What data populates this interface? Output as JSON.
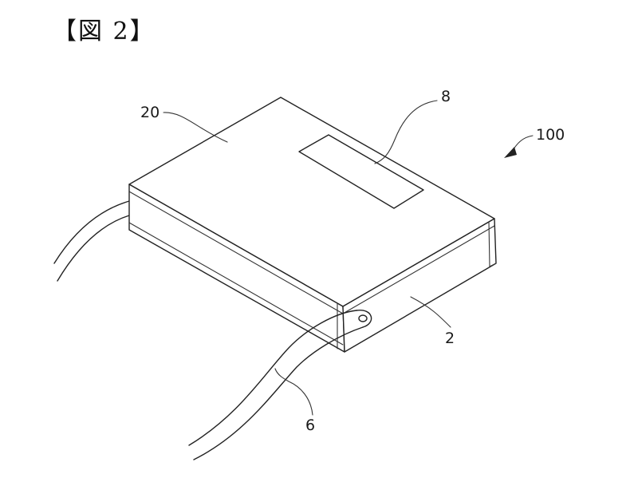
{
  "figure": {
    "title_open": "【",
    "title_text": "図 2",
    "title_close": "】"
  },
  "labels": {
    "case_top": "20",
    "label_panel": "8",
    "assembly": "100",
    "case_body": "2",
    "lead_tab": "6"
  }
}
